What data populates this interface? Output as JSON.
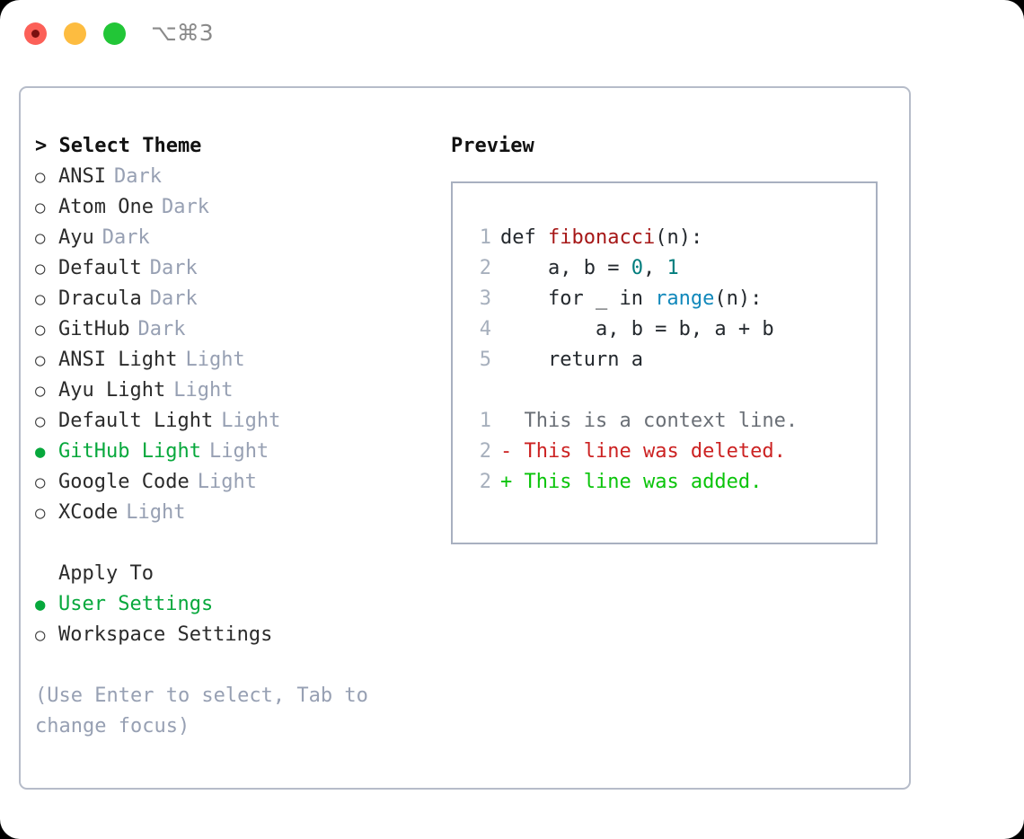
{
  "titlebar": {
    "shortcut": "⌥⌘3",
    "buttons": {
      "close": "close",
      "minimize": "minimize",
      "maximize": "maximize"
    }
  },
  "theme_picker": {
    "heading": "> Select Theme",
    "bullet_unselected": "○",
    "bullet_selected": "●",
    "items": [
      {
        "label": "ANSI",
        "suffix": "Dark",
        "selected": false
      },
      {
        "label": "Atom One",
        "suffix": "Dark",
        "selected": false
      },
      {
        "label": "Ayu",
        "suffix": "Dark",
        "selected": false
      },
      {
        "label": "Default",
        "suffix": "Dark",
        "selected": false
      },
      {
        "label": "Dracula",
        "suffix": "Dark",
        "selected": false
      },
      {
        "label": "GitHub",
        "suffix": "Dark",
        "selected": false
      },
      {
        "label": "ANSI Light",
        "suffix": "Light",
        "selected": false
      },
      {
        "label": "Ayu Light",
        "suffix": "Light",
        "selected": false
      },
      {
        "label": "Default Light",
        "suffix": "Light",
        "selected": false
      },
      {
        "label": "GitHub Light",
        "suffix": "Light",
        "selected": true
      },
      {
        "label": "Google Code",
        "suffix": "Light",
        "selected": false
      },
      {
        "label": "XCode",
        "suffix": "Light",
        "selected": false
      }
    ]
  },
  "apply_to": {
    "heading": "Apply To",
    "options": [
      {
        "label": "User Settings",
        "selected": true
      },
      {
        "label": "Workspace Settings",
        "selected": false
      }
    ]
  },
  "hint": "(Use Enter to select, Tab to change focus)",
  "preview": {
    "title": "Preview",
    "code_lines": [
      {
        "num": "1",
        "tokens": [
          {
            "text": "def ",
            "type": "plain"
          },
          {
            "text": "fibonacci",
            "type": "fn"
          },
          {
            "text": "(n):",
            "type": "plain"
          }
        ]
      },
      {
        "num": "2",
        "tokens": [
          {
            "text": "    a, b = ",
            "type": "plain"
          },
          {
            "text": "0",
            "type": "num"
          },
          {
            "text": ", ",
            "type": "plain"
          },
          {
            "text": "1",
            "type": "num"
          }
        ]
      },
      {
        "num": "3",
        "tokens": [
          {
            "text": "    for _ in ",
            "type": "plain"
          },
          {
            "text": "range",
            "type": "call"
          },
          {
            "text": "(n):",
            "type": "plain"
          }
        ]
      },
      {
        "num": "4",
        "tokens": [
          {
            "text": "        a, b = b, a + b",
            "type": "plain"
          }
        ]
      },
      {
        "num": "5",
        "tokens": [
          {
            "text": "    return a",
            "type": "plain"
          }
        ]
      }
    ],
    "diff_lines": [
      {
        "num": "1",
        "marker": "  ",
        "text": "This is a context line.",
        "kind": "context"
      },
      {
        "num": "2",
        "marker": "- ",
        "text": "This line was deleted.",
        "kind": "deleted"
      },
      {
        "num": "2",
        "marker": "+ ",
        "text": "This line was added.",
        "kind": "added"
      }
    ]
  },
  "colors": {
    "accent_green": "#07a83c",
    "muted": "#97a0b3",
    "border": "#b6bcc9",
    "diff_deleted": "#cc2222",
    "diff_added": "#0ac40a",
    "syntax_function": "#a61717",
    "syntax_number": "#007d7d",
    "syntax_call": "#1188bb"
  }
}
